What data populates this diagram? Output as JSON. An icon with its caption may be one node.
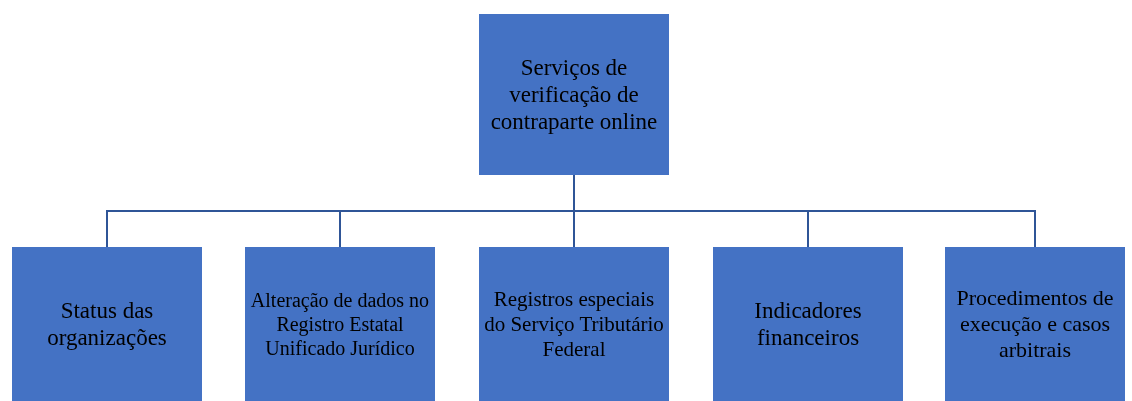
{
  "diagram": {
    "nodes": [
      {
        "text": [
          "Serviços de verificação de contraparte online"
        ]
      },
      {
        "text": [
          "Status das organizações"
        ]
      },
      {
        "text": [
          "Alteração de dados no Registro Estatal Unificado Jurídico"
        ]
      },
      {
        "text": [
          "Registros especiais do Serviço Tributário Federal"
        ]
      },
      {
        "text": [
          "Indicadores financeiros"
        ]
      },
      {
        "text": [
          "Procedimentos de execução e casos arbitrais"
        ]
      }
    ],
    "edges": [
      {
        "from": 0,
        "to": 1,
        "arrow": "none"
      },
      {
        "from": 0,
        "to": 2,
        "arrow": "none"
      },
      {
        "from": 0,
        "to": 3,
        "arrow": "none"
      },
      {
        "from": 0,
        "to": 4,
        "arrow": "none"
      },
      {
        "from": 0,
        "to": 5,
        "arrow": "none"
      }
    ]
  }
}
